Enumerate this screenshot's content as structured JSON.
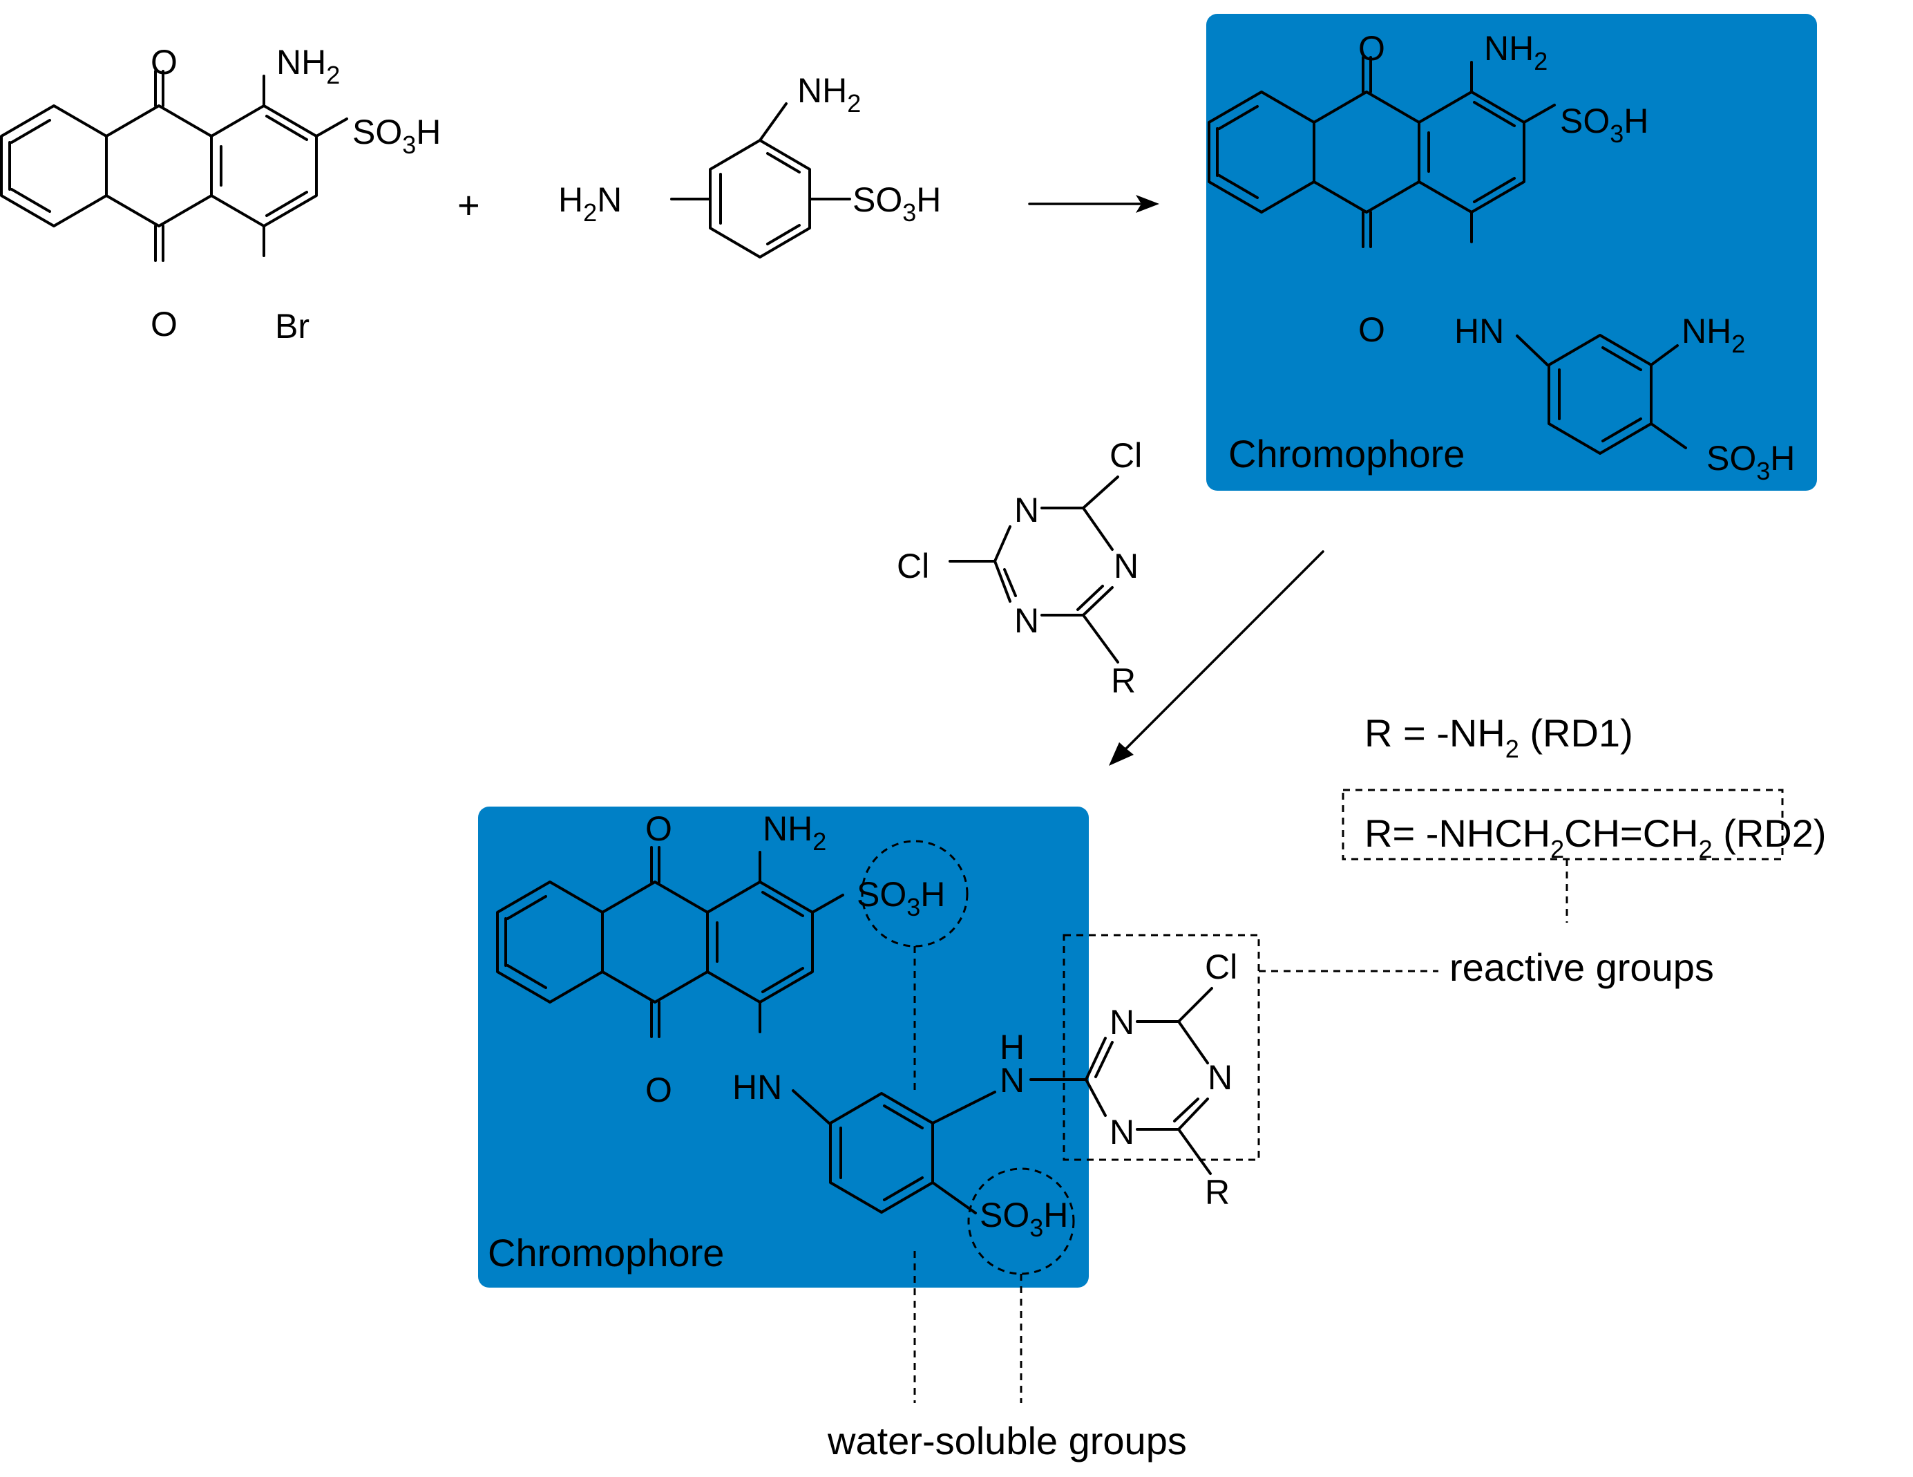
{
  "reagents": {
    "plus": "+",
    "triazine_R": "R"
  },
  "atoms": {
    "O": "O",
    "N": "N",
    "Cl": "Cl",
    "Br": "Br",
    "H": "H",
    "HN": "HN",
    "NH": "NH",
    "SO": "SO",
    "sub3": "3",
    "sub2": "2",
    "H2N_H": "H",
    "H2N_N": "N"
  },
  "labels": {
    "chromophore": "Chromophore",
    "reactive_groups": "reactive groups",
    "water_soluble_groups": "water-soluble groups"
  },
  "definitions": {
    "rd1_prefix": "R = -NH",
    "rd1_suffix": " (RD1)",
    "rd2_prefix": "R= -NHCH",
    "rd2_mid": "CH=CH",
    "rd2_suffix": " (RD2)"
  },
  "colors": {
    "panel": "#0080c6"
  }
}
